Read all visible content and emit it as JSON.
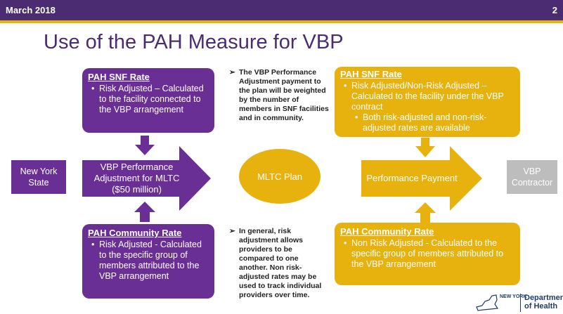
{
  "header": {
    "date": "March 2018",
    "slide_number": "2"
  },
  "title": "Use of the PAH Measure for VBP",
  "left": {
    "snf": {
      "heading": "PAH SNF Rate",
      "bullet": "Risk Adjusted – Calculated to the facility connected to the VBP arrangement"
    },
    "community": {
      "heading": "PAH Community Rate",
      "bullet": "Risk Adjusted - Calculated to the specific group of members attributed to the VBP arrangement"
    },
    "arrow_label": "VBP Performance Adjustment for MLTC ($50 million)"
  },
  "new_york_state": "New York State",
  "notes": {
    "top": "The VBP Performance Adjustment payment to the plan will be weighted by the number of members in SNF facilities and in community.",
    "bottom": "In general, risk adjustment allows providers to be compared to one another. Non risk-adjusted rates may be used to track individual providers over time."
  },
  "mltc_plan": "MLTC Plan",
  "right": {
    "snf": {
      "heading": "PAH SNF Rate",
      "bullet": "Risk Adjusted/Non-Risk Adjusted – Calculated to the facility under the VBP contract",
      "sub_bullet": "Both risk-adjusted and non-risk-adjusted rates are available"
    },
    "community": {
      "heading": "PAH Community Rate",
      "bullet": "Non Risk Adjusted - Calculated to the specific group of members attributed to the VBP arrangement"
    },
    "arrow_label": "Performance Payment"
  },
  "vbp_contractor": "VBP Contractor",
  "logo": {
    "state": "NEW YORK",
    "dept": "Department of Health"
  },
  "colors": {
    "purple": "#6a2f95",
    "gold": "#e8b20e",
    "gray": "#bdbdbd",
    "title_purple": "#4b2c73"
  }
}
